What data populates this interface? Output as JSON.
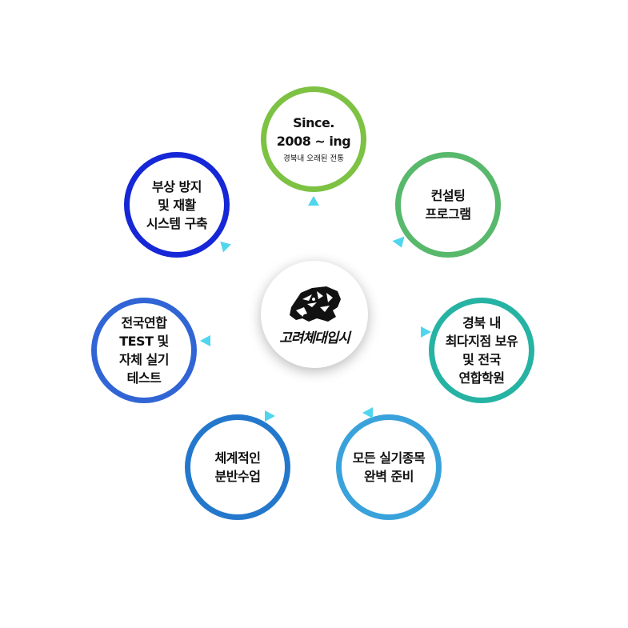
{
  "center": {
    "logo_icon": "tiger-head-icon",
    "brand": "고려체대입시"
  },
  "nodes": [
    {
      "id": "since",
      "color": "#7DC243",
      "lines": [
        "Since.",
        "2008 ~ ing"
      ],
      "small": "경북내 오래된 전통"
    },
    {
      "id": "consulting",
      "color": "#58B86B",
      "lines": [
        "컨설팅",
        "프로그램"
      ]
    },
    {
      "id": "records",
      "color": "#26B3A3",
      "lines": [
        "경북 내",
        "최다지점 보유",
        "및 전국",
        "연합학원"
      ]
    },
    {
      "id": "events",
      "color": "#3AA2DB",
      "lines": [
        "모든 실기종목",
        "완벽 준비"
      ]
    },
    {
      "id": "classes",
      "color": "#2478CC",
      "lines": [
        "체계적인",
        "분반수업"
      ]
    },
    {
      "id": "test",
      "color": "#3165D6",
      "lines": [
        "전국연합",
        "TEST 및",
        "자체 실기",
        "테스트"
      ]
    },
    {
      "id": "rehab",
      "color": "#1527D6",
      "lines": [
        "부상 방지",
        "및 재활",
        "시스템 구축"
      ]
    }
  ],
  "arrow_color": "#4FD6EE"
}
